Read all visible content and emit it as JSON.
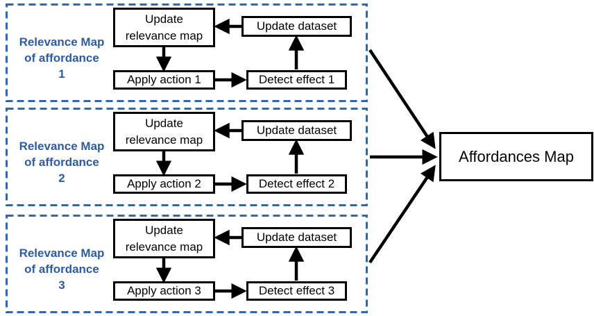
{
  "diagram": {
    "panels": [
      {
        "label_lines": [
          "Relevance Map",
          "of affordance",
          "1"
        ],
        "update_relevance_lines": [
          "Update",
          "relevance map"
        ],
        "update_dataset": "Update dataset",
        "apply_action": "Apply action 1",
        "detect_effect": "Detect effect 1"
      },
      {
        "label_lines": [
          "Relevance Map",
          "of affordance",
          "2"
        ],
        "update_relevance_lines": [
          "Update",
          "relevance map"
        ],
        "update_dataset": "Update dataset",
        "apply_action": "Apply action 2",
        "detect_effect": "Detect effect 2"
      },
      {
        "label_lines": [
          "Relevance Map",
          "of affordance",
          "3"
        ],
        "update_relevance_lines": [
          "Update",
          "relevance map"
        ],
        "update_dataset": "Update dataset",
        "apply_action": "Apply action 3",
        "detect_effect": "Detect effect 3"
      }
    ],
    "output_box": "Affordances Map",
    "colors": {
      "panel_border": "#3465a4",
      "label_text": "#2e5c9e",
      "arrow_color": "#000000",
      "box_border": "#000000",
      "box_text": "#000000",
      "canvas_bg": "#ffffff"
    }
  }
}
